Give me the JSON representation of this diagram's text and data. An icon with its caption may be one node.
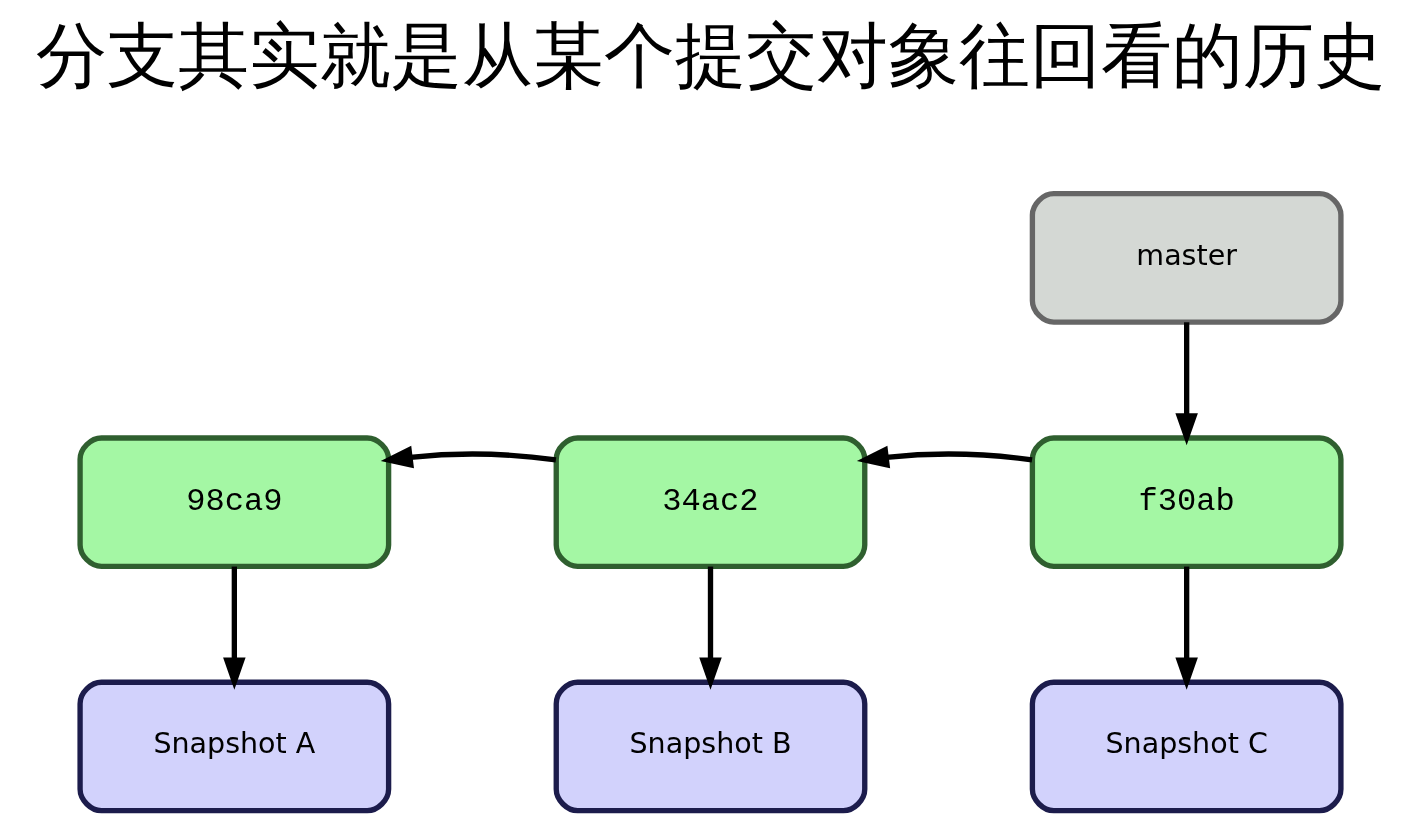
{
  "diagram": {
    "title": "分支其实就是从某个提交对象往回看的历史",
    "nodes": [
      {
        "text": [
          "master"
        ]
      },
      {
        "text": [
          "98ca9"
        ]
      },
      {
        "text": [
          "34ac2"
        ]
      },
      {
        "text": [
          "f30ab"
        ]
      },
      {
        "text": [
          "Snapshot A"
        ]
      },
      {
        "text": [
          "Snapshot B"
        ]
      },
      {
        "text": [
          "Snapshot C"
        ]
      }
    ],
    "edges": [
      {
        "from": 0,
        "to": 3,
        "arrow": "to"
      },
      {
        "from": 3,
        "to": 2,
        "arrow": "to"
      },
      {
        "from": 2,
        "to": 1,
        "arrow": "to"
      },
      {
        "from": 1,
        "to": 4,
        "arrow": "to"
      },
      {
        "from": 2,
        "to": 5,
        "arrow": "to"
      },
      {
        "from": 3,
        "to": 6,
        "arrow": "to"
      }
    ]
  }
}
